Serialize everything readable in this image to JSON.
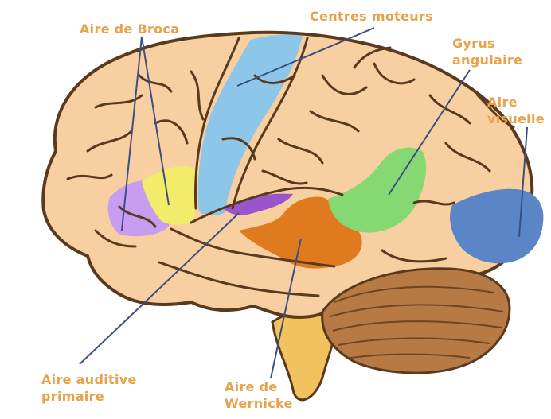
{
  "colors": {
    "label_text": "#e8a24a",
    "leader_line": "#3b4f80",
    "outline": "#5a3a1e",
    "cortex": "#f8cfa0",
    "cerebellum": "#b87a45",
    "brainstem": "#f2c25e",
    "broca_purple": "#c89cf0",
    "broca_yellow": "#f2ec6a",
    "motor_blue": "#8cc6e8",
    "auditory_purple": "#9a55cc",
    "wernicke_orange": "#e07a1e",
    "angular_green": "#86d873",
    "visual_blue": "#5a86c8"
  },
  "labels": {
    "broca": "Aire de Broca",
    "motor": "Centres moteurs",
    "angular_line1": "Gyrus",
    "angular_line2": "angulaire",
    "visual_line1": "Aire",
    "visual_line2": "visuelle",
    "auditory_line1": "Aire auditive",
    "auditory_line2": "primaire",
    "wernicke_line1": "Aire de",
    "wernicke_line2": "Wernicke"
  }
}
